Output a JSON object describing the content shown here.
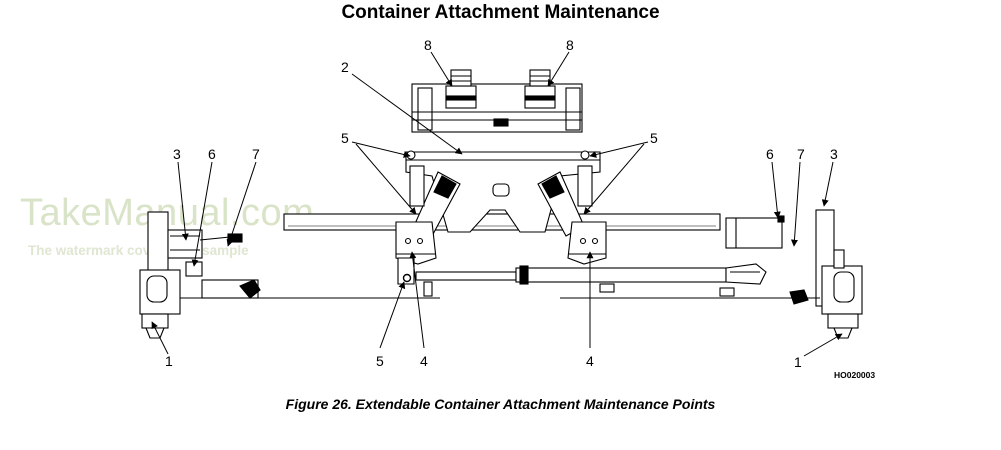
{
  "title": "Container Attachment Maintenance",
  "caption": "Figure 26. Extendable Container Attachment Maintenance Points",
  "figure_id": "HO020003",
  "watermark": {
    "brand": "TakeManual.com",
    "notice": "The watermark covers this sample"
  },
  "callouts": {
    "c1": "1",
    "c2": "2",
    "c3": "3",
    "c4": "4",
    "c5": "5",
    "c6": "6",
    "c7": "7",
    "c8": "8"
  }
}
